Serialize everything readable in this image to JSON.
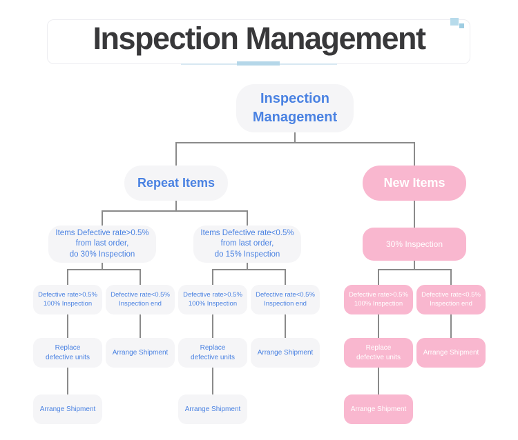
{
  "header": {
    "title": "Inspection Management"
  },
  "accent": {
    "blue_text": "#4a82e2",
    "pink_box": "#f9b7cf",
    "gray_box": "#f5f5f7",
    "connector_line": "#8a8a8a",
    "underline_blue": "#b5d7e9"
  },
  "nodes": {
    "root": "Inspection\nManagement",
    "repeat_items": "Repeat Items",
    "new_items": "New Items",
    "repeat_high": "Items Defective rate>0.5%\nfrom last order,\ndo 30% Inspection",
    "repeat_low": "Items Defective rate<0.5%\nfrom last order,\ndo 15% Inspection",
    "new_inspection": "30% Inspection",
    "defect_high": "Defective rate>0.5%\n100% Inspection",
    "defect_low": "Defective rate<0.5%\nInspection end",
    "replace_units": "Replace\ndefective units",
    "arrange_shipment": "Arrange Shipment"
  }
}
